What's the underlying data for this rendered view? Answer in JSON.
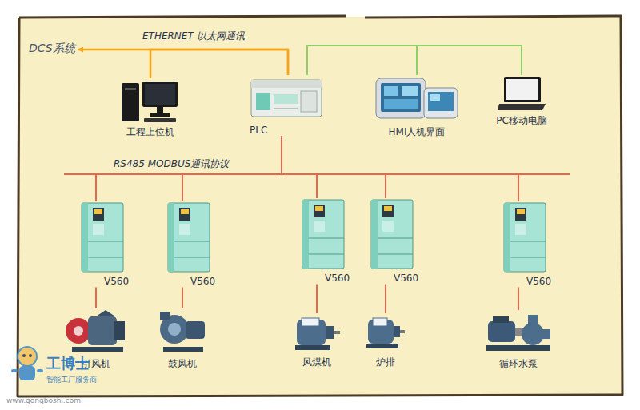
{
  "diagram": {
    "nodes": [
      {
        "text": [
          "DCS系统"
        ]
      },
      {
        "text": [
          "工程上位机"
        ]
      },
      {
        "text": [
          "PLC"
        ]
      },
      {
        "text": [
          "HMI人机界面"
        ]
      },
      {
        "text": [
          "PC移动电脑"
        ]
      },
      {
        "text": [
          "V560"
        ]
      },
      {
        "text": [
          "V560"
        ]
      },
      {
        "text": [
          "V560"
        ]
      },
      {
        "text": [
          "V560"
        ]
      },
      {
        "text": [
          "V560"
        ]
      },
      {
        "text": [
          "引风机"
        ]
      },
      {
        "text": [
          "鼓风机"
        ]
      },
      {
        "text": [
          "风煤机"
        ]
      },
      {
        "text": [
          "炉排"
        ]
      },
      {
        "text": [
          "循环水泵"
        ]
      }
    ],
    "edges": [
      {
        "from": 2,
        "to": 0,
        "arrow": "to",
        "label": "ETHERNET 以太网通讯"
      },
      {
        "from": 1,
        "to": 2,
        "arrow": "none"
      },
      {
        "from": 2,
        "to": 3,
        "arrow": "none"
      },
      {
        "from": 2,
        "to": 4,
        "arrow": "none"
      },
      {
        "from": 2,
        "to": 5,
        "arrow": "none"
      },
      {
        "from": 2,
        "to": 6,
        "arrow": "none"
      },
      {
        "from": 2,
        "to": 7,
        "arrow": "none"
      },
      {
        "from": 2,
        "to": 8,
        "arrow": "none"
      },
      {
        "from": 2,
        "to": 9,
        "arrow": "none"
      },
      {
        "from": 5,
        "to": 10,
        "arrow": "none"
      },
      {
        "from": 6,
        "to": 11,
        "arrow": "none"
      },
      {
        "from": 7,
        "to": 12,
        "arrow": "none"
      },
      {
        "from": 8,
        "to": 13,
        "arrow": "none"
      },
      {
        "from": 9,
        "to": 14,
        "arrow": "none"
      }
    ],
    "labels": [
      "RS485 MODBUS通讯协议",
      "工博士",
      "智能工厂服务商",
      "www.gongboshi.com"
    ]
  }
}
